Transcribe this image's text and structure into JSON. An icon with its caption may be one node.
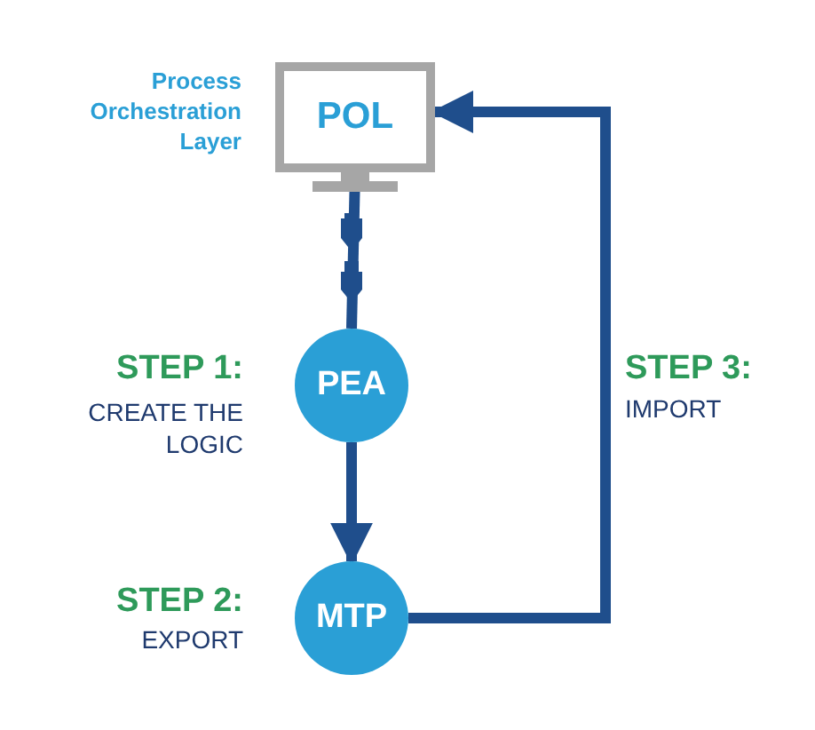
{
  "diagram": {
    "nodes": [
      {
        "text": [
          "POL"
        ],
        "beside": [
          "Process Orchestration Layer"
        ]
      },
      {
        "text": [
          "PEA"
        ]
      },
      {
        "text": [
          "MTP"
        ]
      }
    ],
    "edges": [
      {
        "from": 0,
        "to": 1,
        "arrow": "none"
      },
      {
        "from": 1,
        "to": 2,
        "arrow": "to"
      },
      {
        "from": 2,
        "to": 0,
        "arrow": "to"
      }
    ],
    "labels": [
      "STEP 1:",
      "CREATE THE LOGIC",
      "STEP 2:",
      "EXPORT",
      "STEP 3:",
      "IMPORT"
    ]
  }
}
